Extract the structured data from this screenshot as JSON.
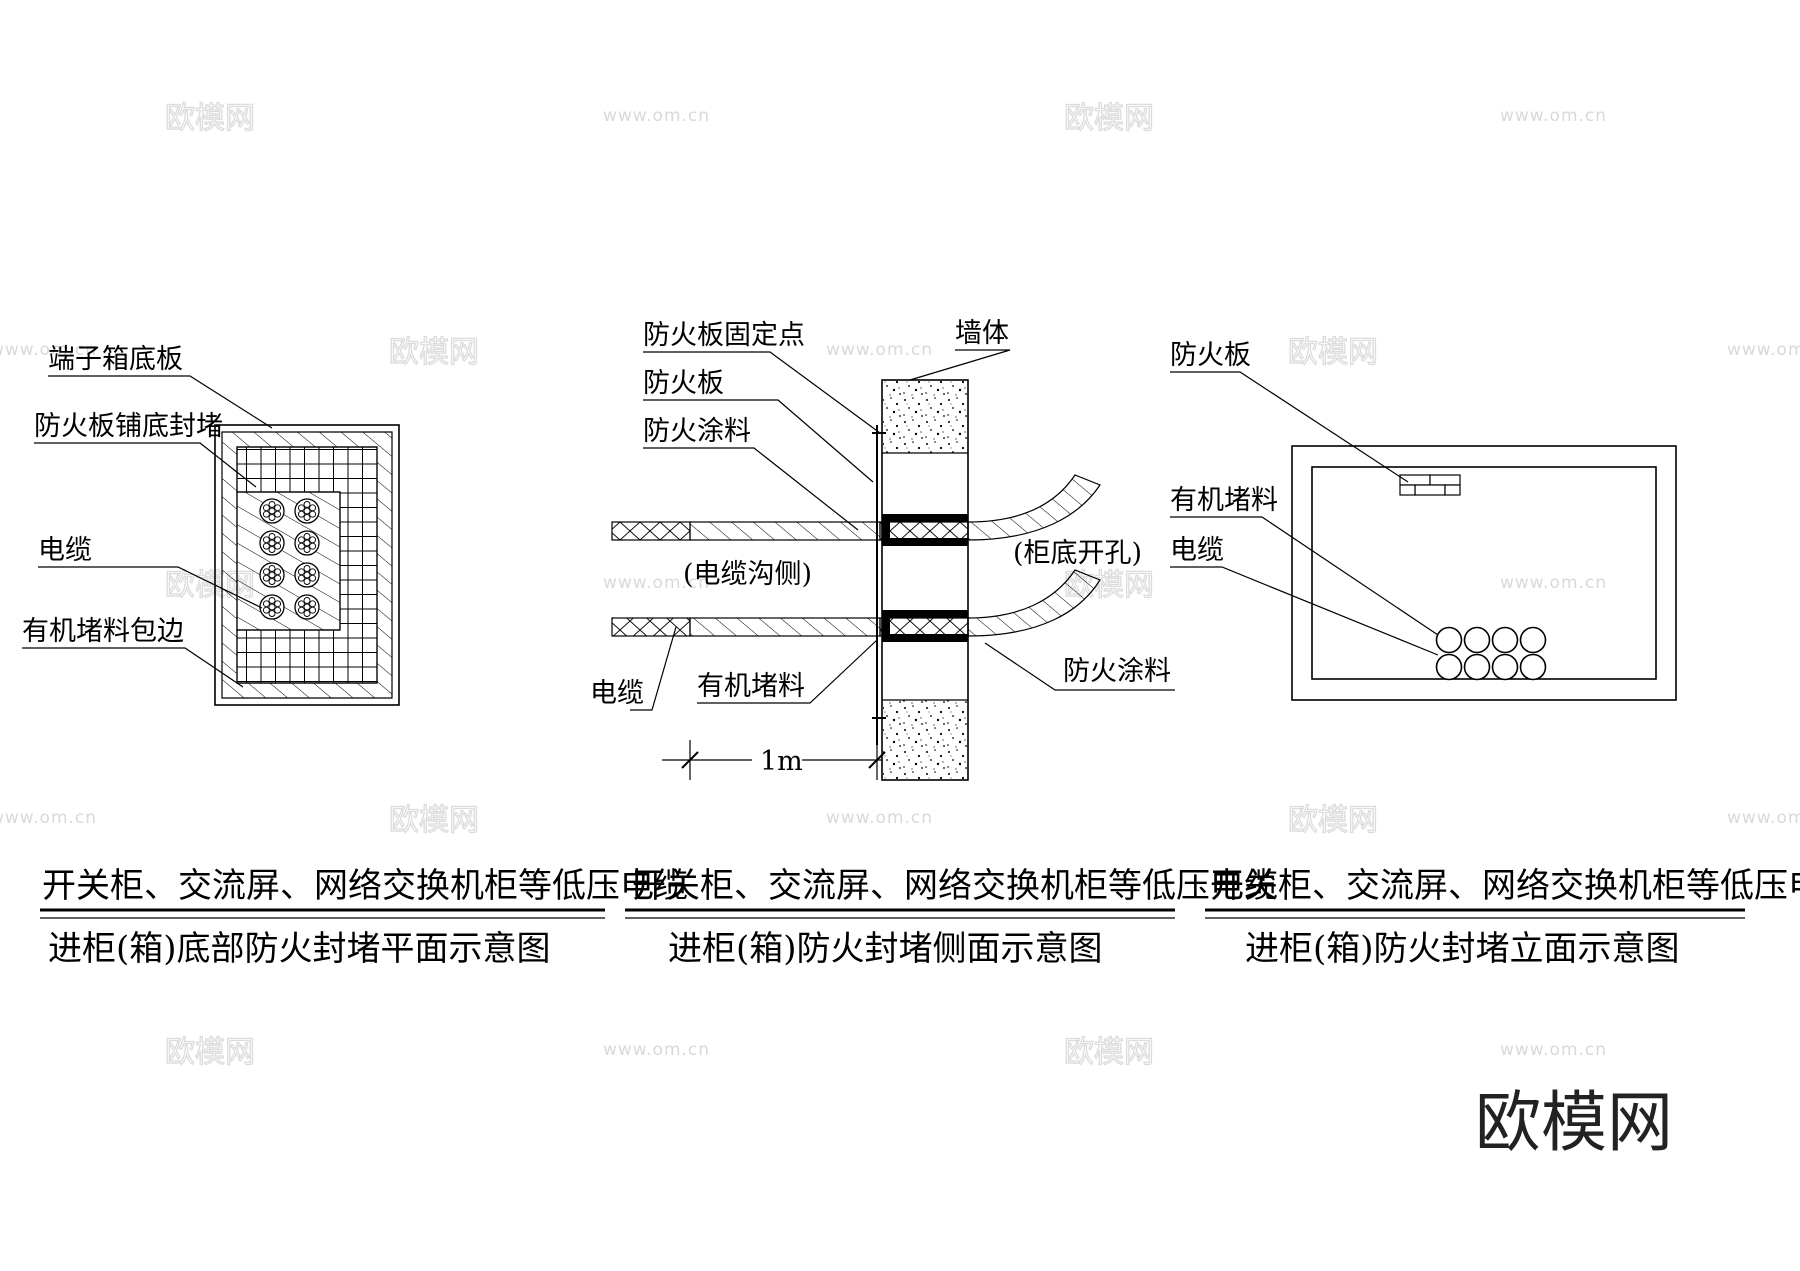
{
  "watermark": {
    "site_text": "欧模网",
    "url_text": "www.om.cn",
    "corner_logo": "欧模网"
  },
  "plan_view": {
    "label_terminal_board": "端子箱底板",
    "label_fireboard_seal": "防火板铺底封堵",
    "label_cable": "电缆",
    "label_organic_edge": "有机堵料包边",
    "title_line1": "开关柜、交流屏、网络交换机柜等低压电缆",
    "title_line2": "进柜(箱)底部防火封堵平面示意图"
  },
  "side_view": {
    "label_fix_point": "防火板固定点",
    "label_wall": "墙体",
    "label_fireboard": "防火板",
    "label_coating_top": "防火涂料",
    "label_trench_side": "(电缆沟侧)",
    "label_cabinet_hole": "(柜底开孔)",
    "label_cable": "电缆",
    "label_organic": "有机堵料",
    "label_coating_bottom": "防火涂料",
    "dimension": "1m",
    "title_line1": "开关柜、交流屏、网络交换机柜等低压电缆",
    "title_line2": "进柜(箱)防火封堵侧面示意图"
  },
  "elevation_view": {
    "label_fireboard": "防火板",
    "label_organic": "有机堵料",
    "label_cable": "电缆",
    "title_line1": "开关柜、交流屏、网络交换机柜等低压电缆",
    "title_line2": "进柜(箱)防火封堵立面示意图"
  }
}
